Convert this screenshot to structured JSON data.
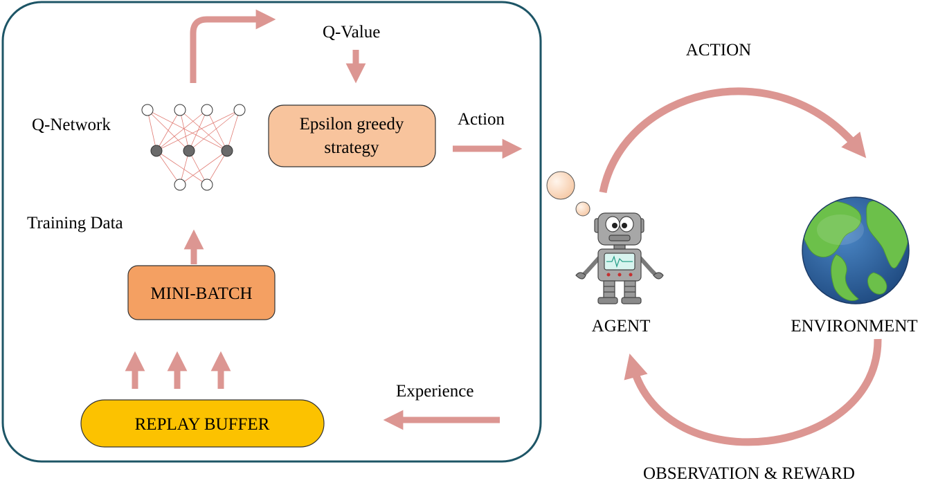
{
  "labels": {
    "q_value": "Q-Value",
    "q_network": "Q-Network",
    "epsilon_line1": "Epsilon greedy",
    "epsilon_line2": "strategy",
    "action_inner": "Action",
    "training_data": "Training Data",
    "mini_batch": "MINI-BATCH",
    "replay_buffer": "REPLAY BUFFER",
    "experience": "Experience",
    "action_outer": "ACTION",
    "agent": "AGENT",
    "environment": "ENVIRONMENT",
    "observation_reward": "OBSERVATION & REWARD"
  },
  "colors": {
    "frame_border": "#1d5566",
    "arrow": "#dc9692",
    "epsilon_fill": "#f8c49d",
    "mini_batch_fill": "#f4a062",
    "replay_fill": "#fcc200",
    "network_line": "#e07a72",
    "hidden_node": "#6a6a6a",
    "thought_bubble": "#fde3ce",
    "globe_ocean": "#2f5f9a",
    "globe_land": "#6cc04a",
    "robot_body": "#a7a7a7"
  },
  "icons": {
    "agent": "robot-icon",
    "environment": "globe-icon"
  }
}
